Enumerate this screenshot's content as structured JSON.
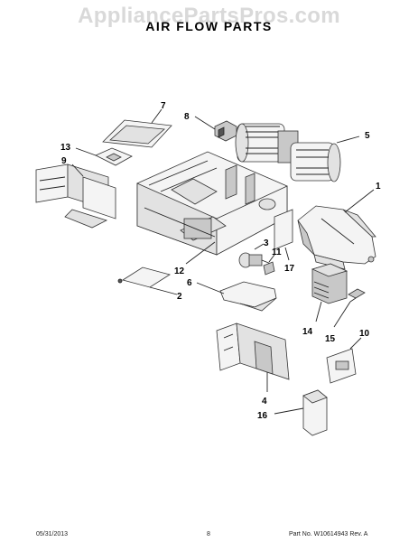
{
  "watermark": "AppliancePartsPros.com",
  "title": "AIR FLOW PARTS",
  "callouts": {
    "c1": "1",
    "c2": "2",
    "c3": "3",
    "c4": "4",
    "c5": "5",
    "c6": "6",
    "c7": "7",
    "c8": "8",
    "c9": "9",
    "c10": "10",
    "c11": "11",
    "c12": "12",
    "c13": "13",
    "c14": "14",
    "c15": "15",
    "c16": "16",
    "c17": "17"
  },
  "footer": {
    "date": "05/31/2013",
    "page": "8",
    "part_number": "Part  No.  W10614943   Rev.  A"
  }
}
